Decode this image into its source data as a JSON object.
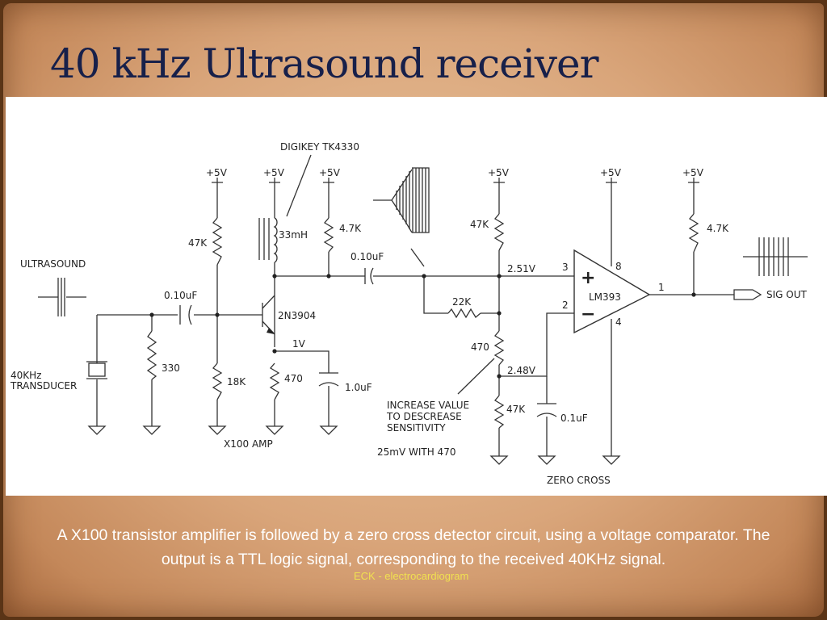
{
  "slide": {
    "title": "40 kHz Ultrasound receiver",
    "caption": "A X100 transistor amplifier is followed by a zero cross detector circuit, using a voltage comparator. The output is a TTL logic signal, corresponding to the received 40KHz signal.",
    "watermark": "ECK - electrocardiogram"
  },
  "diagram": {
    "labels": {
      "digikey": "DIGIKEY TK4330",
      "supply": "+5V",
      "ultrasound": "ULTRASOUND",
      "transducer_line1": "40KHz",
      "transducer_line2": "TRANSDUCER",
      "r_47k": "47K",
      "r_330": "330",
      "r_18k": "18K",
      "r_470": "470",
      "r_4k7": "4.7K",
      "r_22k": "22K",
      "c_010uf": "0.10uF",
      "c_1uf": "1.0uF",
      "c_01uf": "0.1uF",
      "l_33mh": "33mH",
      "transistor": "2N3904",
      "v_1v": "1V",
      "v_251": "2.51V",
      "v_248": "2.48V",
      "comparator": "LM393",
      "pin_3": "3",
      "pin_2": "2",
      "pin_8": "8",
      "pin_4": "4",
      "pin_1": "1",
      "plus": "+",
      "minus": "−",
      "amp": "X100 AMP",
      "sens_line1": "INCREASE VALUE",
      "sens_line2": "TO DESCREASE",
      "sens_line3": "SENSITIVITY",
      "mv_note": "25mV WITH 470",
      "zero_cross": "ZERO CROSS",
      "sig_out": "SIG OUT"
    }
  }
}
